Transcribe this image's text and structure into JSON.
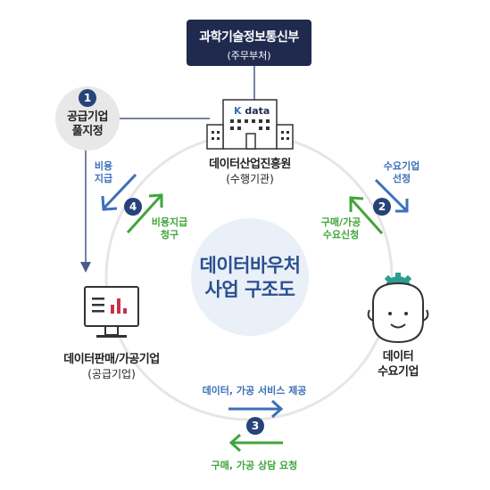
{
  "ministry": {
    "name": "과학기술정보통신부",
    "sub": "(주무부처)"
  },
  "supplier_select": {
    "step": "1",
    "line1": "공급기업",
    "line2": "풀지정"
  },
  "kdata": {
    "logo_k": "K",
    "logo_text": "data",
    "name": "데이터산업진흥원",
    "role": "(수행기관)"
  },
  "center": {
    "line1": "데이터바우처",
    "line2": "사업 구조도"
  },
  "seller": {
    "name": "데이터판매/가공기업",
    "role": "(공급기업)"
  },
  "buyer": {
    "line1": "데이터",
    "line2": "수요기업"
  },
  "flows": {
    "step2": {
      "num": "2",
      "blue_line1": "수요기업",
      "blue_line2": "선정",
      "green_line1": "구매/가공",
      "green_line2": "수요신청"
    },
    "step3": {
      "num": "3",
      "blue": "데이터, 가공 서비스 제공",
      "green": "구매, 가공 상담 요청"
    },
    "step4": {
      "num": "4",
      "blue_line1": "비용",
      "blue_line2": "지급",
      "green_line1": "비용지급",
      "green_line2": "청구"
    }
  },
  "colors": {
    "navy": "#1f2a4e",
    "blue": "#3d6fb8",
    "green": "#3fa53a",
    "badge": "#27437a",
    "accent_red": "#c8324a",
    "teal": "#2a9d8f"
  }
}
